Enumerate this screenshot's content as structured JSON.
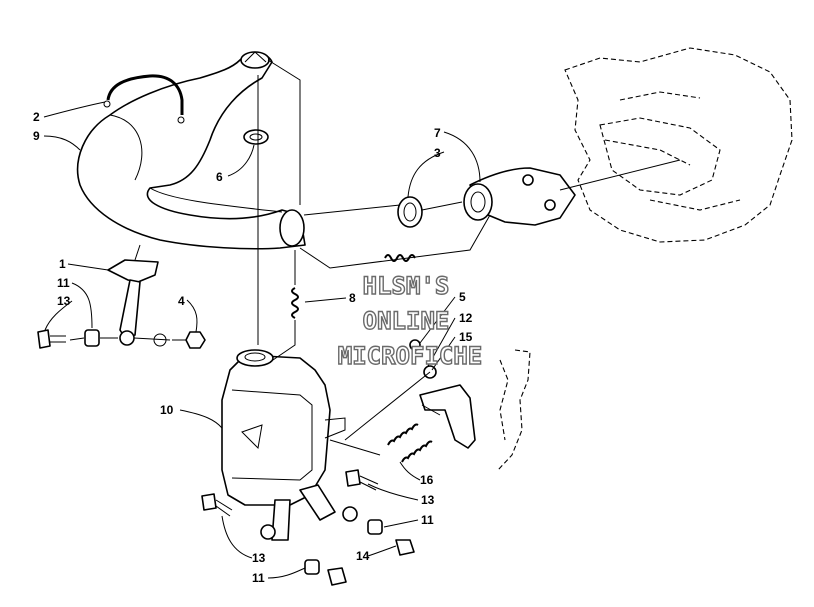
{
  "watermark": {
    "line1": "HLSM'S",
    "line2": "ONLINE",
    "line3": "MICROFICHE"
  },
  "callouts": [
    {
      "id": "c2",
      "text": "2"
    },
    {
      "id": "c9",
      "text": "9"
    },
    {
      "id": "c6",
      "text": "6"
    },
    {
      "id": "c7",
      "text": "7"
    },
    {
      "id": "c3",
      "text": "3"
    },
    {
      "id": "c1",
      "text": "1"
    },
    {
      "id": "c11a",
      "text": "11"
    },
    {
      "id": "c13a",
      "text": "13"
    },
    {
      "id": "c4",
      "text": "4"
    },
    {
      "id": "c8",
      "text": "8"
    },
    {
      "id": "c5",
      "text": "5"
    },
    {
      "id": "c12",
      "text": "12"
    },
    {
      "id": "c15",
      "text": "15"
    },
    {
      "id": "c10",
      "text": "10"
    },
    {
      "id": "c16",
      "text": "16"
    },
    {
      "id": "c13b",
      "text": "13"
    },
    {
      "id": "c11b",
      "text": "11"
    },
    {
      "id": "c13c",
      "text": "13"
    },
    {
      "id": "c14",
      "text": "14"
    },
    {
      "id": "c11c",
      "text": "11"
    }
  ]
}
